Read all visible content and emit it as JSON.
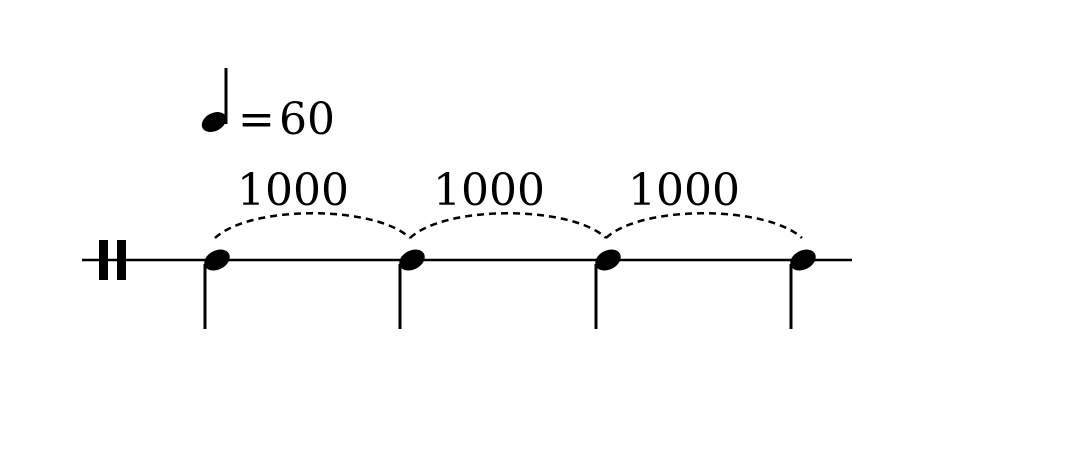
{
  "tempo": {
    "note_icon": "quarter-note-icon",
    "equals": "=",
    "bpm": "60"
  },
  "notes": {
    "count": 4,
    "icon": "quarter-note-icon"
  },
  "intervals": [
    {
      "label": "1000"
    },
    {
      "label": "1000"
    },
    {
      "label": "1000"
    }
  ],
  "colors": {
    "ink": "#000000",
    "background": "#ffffff"
  }
}
